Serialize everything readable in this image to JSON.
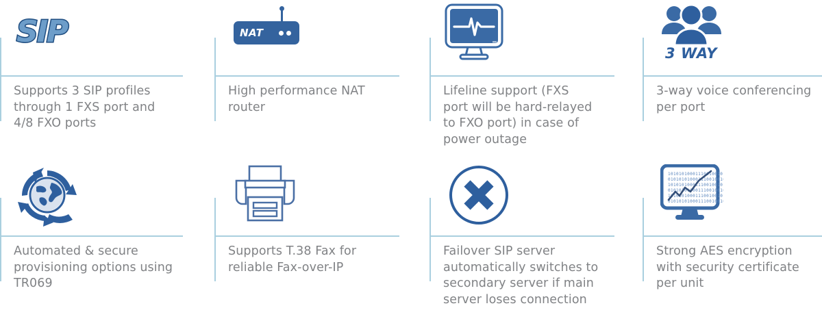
{
  "palette": {
    "rule": "#a9cfdf",
    "caption_text": "#808285",
    "icon_blue_dark": "#2e5f9e",
    "icon_blue_mid": "#34639e",
    "icon_blue_light": "#6d9dc9",
    "icon_outline": "#1f4d80",
    "background": "#ffffff"
  },
  "features": [
    {
      "icon": "sip-logo-icon",
      "icon_label": "SIP",
      "caption": "Supports 3 SIP profiles\nthrough 1 FXS port and\n4/8 FXO ports"
    },
    {
      "icon": "nat-router-icon",
      "icon_label": "NAT",
      "caption": "High performance NAT\nrouter"
    },
    {
      "icon": "monitor-heartbeat-icon",
      "icon_label": "",
      "caption": "Lifeline support (FXS\nport will be hard-relayed\nto FXO port) in case of\npower outage"
    },
    {
      "icon": "three-users-icon",
      "icon_label": "3 WAY",
      "caption": "3-way voice conferencing\nper port"
    },
    {
      "icon": "globe-refresh-icon",
      "icon_label": "",
      "caption": "Automated & secure\nprovisioning options using\nTR069"
    },
    {
      "icon": "fax-printer-icon",
      "icon_label": "",
      "caption": "Supports T.38 Fax for\nreliable Fax-over-IP"
    },
    {
      "icon": "circle-x-icon",
      "icon_label": "",
      "caption": "Failover SIP server\nautomatically switches to\nsecondary server if main\nserver loses connection"
    },
    {
      "icon": "monitor-binary-chart-icon",
      "icon_label": "",
      "caption": "Strong AES encryption\nwith security certificate\nper unit"
    }
  ]
}
